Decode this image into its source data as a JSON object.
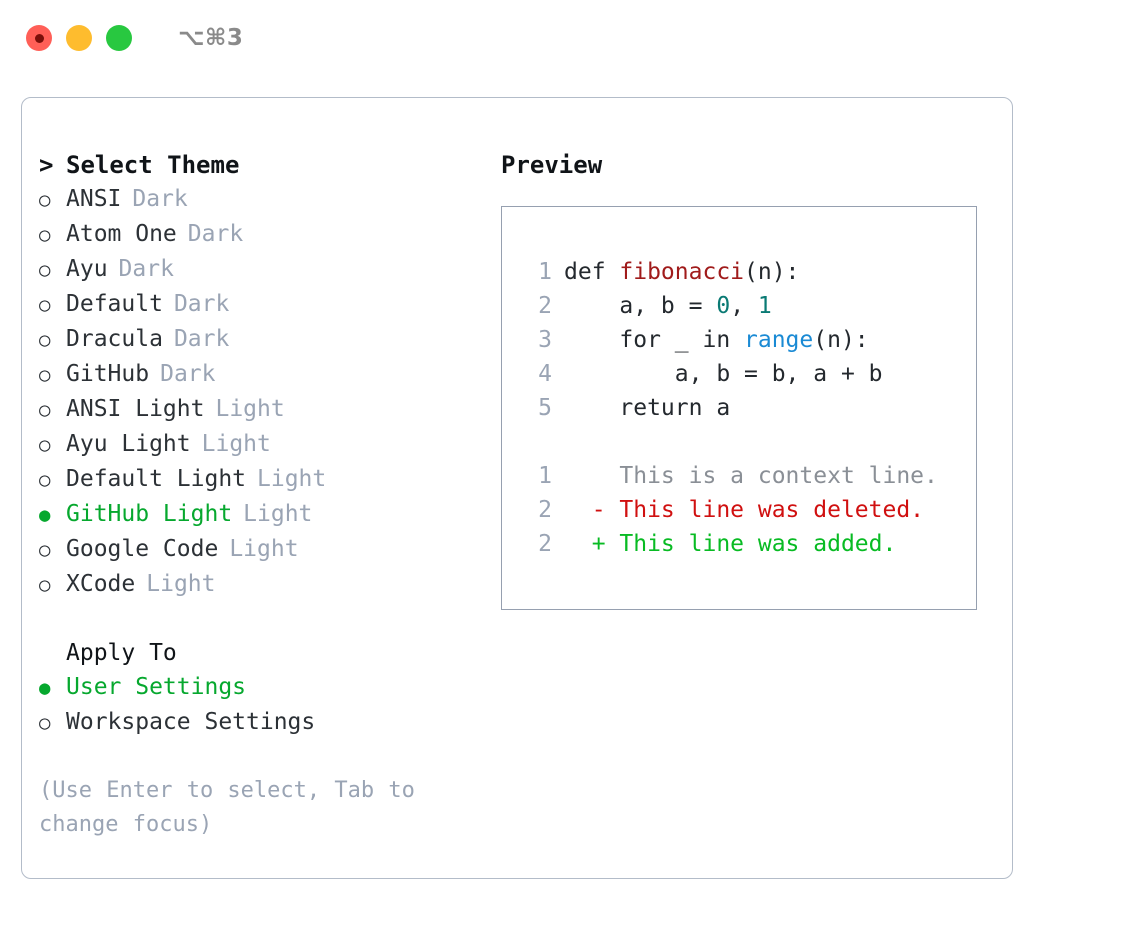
{
  "titlebar": {
    "shortcut": "⌥⌘3",
    "lights": [
      {
        "name": "close",
        "color": "#ff5f57"
      },
      {
        "name": "minimize",
        "color": "#febc2e"
      },
      {
        "name": "maximize",
        "color": "#28c840"
      }
    ]
  },
  "theme_panel": {
    "caret": ">",
    "title": "Select Theme",
    "bullet_unselected": "○",
    "bullet_selected": "●",
    "items": [
      {
        "label": "ANSI",
        "variant": "Dark",
        "selected": false
      },
      {
        "label": "Atom One",
        "variant": "Dark",
        "selected": false
      },
      {
        "label": "Ayu",
        "variant": "Dark",
        "selected": false
      },
      {
        "label": "Default",
        "variant": "Dark",
        "selected": false
      },
      {
        "label": "Dracula",
        "variant": "Dark",
        "selected": false
      },
      {
        "label": "GitHub",
        "variant": "Dark",
        "selected": false
      },
      {
        "label": "ANSI Light",
        "variant": "Light",
        "selected": false
      },
      {
        "label": "Ayu Light",
        "variant": "Light",
        "selected": false
      },
      {
        "label": "Default Light",
        "variant": "Light",
        "selected": false
      },
      {
        "label": "GitHub Light",
        "variant": "Light",
        "selected": true
      },
      {
        "label": "Google Code",
        "variant": "Light",
        "selected": false
      },
      {
        "label": "XCode",
        "variant": "Light",
        "selected": false
      }
    ]
  },
  "apply_to": {
    "title": "Apply To",
    "items": [
      {
        "label": "User Settings",
        "selected": true
      },
      {
        "label": "Workspace Settings",
        "selected": false
      }
    ]
  },
  "hint": "(Use Enter to select, Tab to change focus)",
  "preview": {
    "title": "Preview",
    "code": [
      {
        "no": "1",
        "segments": [
          {
            "t": "def ",
            "c": "plain"
          },
          {
            "t": "fibonacci",
            "c": "fn"
          },
          {
            "t": "(n):",
            "c": "plain"
          }
        ]
      },
      {
        "no": "2",
        "segments": [
          {
            "t": "    a, b = ",
            "c": "plain"
          },
          {
            "t": "0",
            "c": "num"
          },
          {
            "t": ", ",
            "c": "plain"
          },
          {
            "t": "1",
            "c": "num"
          }
        ]
      },
      {
        "no": "3",
        "segments": [
          {
            "t": "    for _ in ",
            "c": "plain"
          },
          {
            "t": "range",
            "c": "bi"
          },
          {
            "t": "(n):",
            "c": "plain"
          }
        ]
      },
      {
        "no": "4",
        "segments": [
          {
            "t": "        a, b = b, a + b",
            "c": "plain"
          }
        ]
      },
      {
        "no": "5",
        "segments": [
          {
            "t": "    return a",
            "c": "plain"
          }
        ]
      }
    ],
    "diff": [
      {
        "no": "1",
        "marker": "  ",
        "text": "This is a context line.",
        "kind": "ctx"
      },
      {
        "no": "2",
        "marker": "- ",
        "text": "This line was deleted.",
        "kind": "del"
      },
      {
        "no": "2",
        "marker": "+ ",
        "text": "This line was added.",
        "kind": "add"
      }
    ]
  },
  "colors": {
    "accent_green": "#06a82e",
    "muted": "#9aa4b4",
    "border": "#b3bcc9",
    "preview_border": "#96a0b0",
    "code_fn": "#a01b1b",
    "code_num": "#0a7a74",
    "code_builtin": "#1a8ad4",
    "diff_delete": "#d01010",
    "diff_add": "#08bb23"
  }
}
